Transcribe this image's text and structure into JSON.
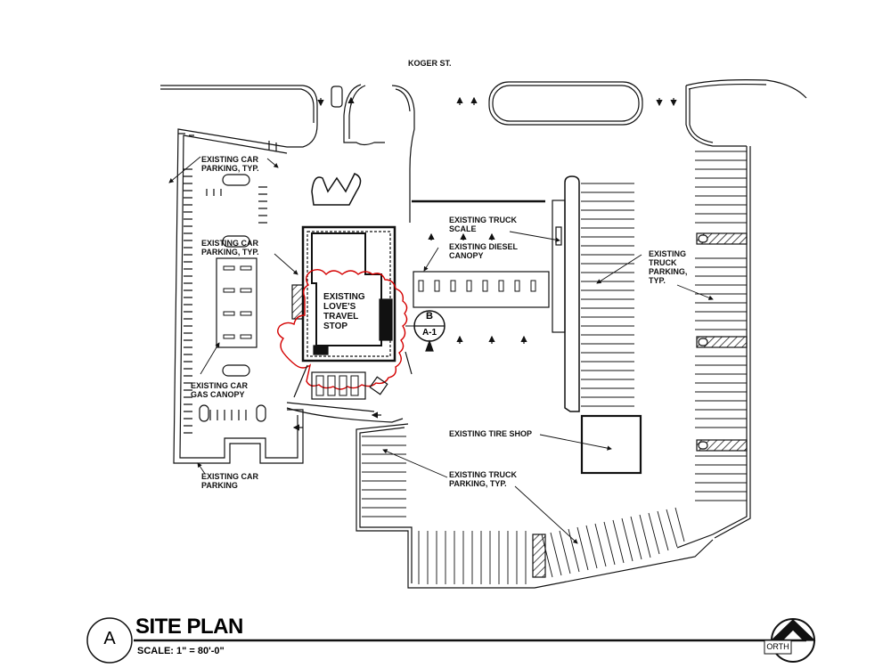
{
  "street": "KOGER ST.",
  "labels": {
    "car_parking_1": "EXISTING CAR\nPARKING, TYP.",
    "car_parking_2": "EXISTING CAR\nPARKING, TYP.",
    "car_gas_canopy": "EXISTING CAR\nGAS CANOPY",
    "car_parking_3": "EXISTING CAR\nPARKING",
    "travel_stop": "EXISTING\nLOVE'S\nTRAVEL\nSTOP",
    "truck_scale": "EXISTING TRUCK\nSCALE",
    "diesel_canopy": "EXISTING DIESEL\nCANOPY",
    "truck_parking_east": "EXISTING\nTRUCK\nPARKING,\nTYP.",
    "tire_shop": "EXISTING TIRE SHOP",
    "truck_parking_south": "EXISTING TRUCK\nPARKING, TYP."
  },
  "detail_marker": {
    "letter": "B",
    "sheet": "A-1"
  },
  "title_block": {
    "id": "A",
    "title": "SITE PLAN",
    "scale": "SCALE: 1\" = 80'-0\"",
    "north": "ORTH"
  },
  "colors": {
    "ink": "#111111",
    "revision_cloud": "#d40000"
  }
}
